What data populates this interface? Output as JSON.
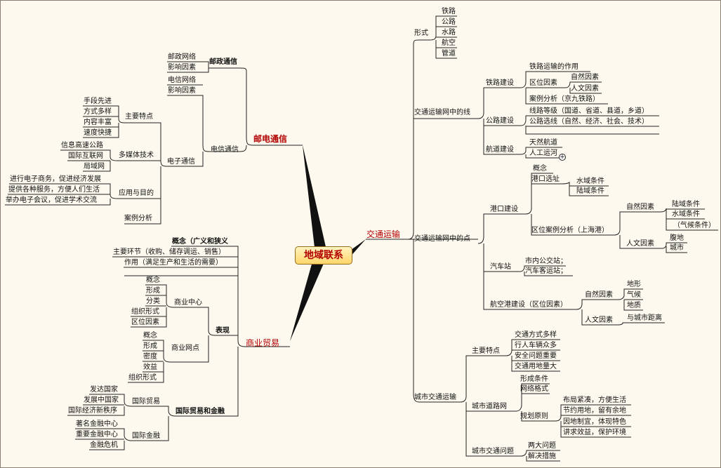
{
  "root": "地域联系",
  "branches": {
    "post": {
      "label": "邮电通信",
      "postal": {
        "label": "邮政通信",
        "items": [
          "邮政网络",
          "影响因素"
        ]
      },
      "telecom": {
        "label": "电信通信",
        "items": [
          "电信网络",
          "影响因素"
        ],
        "electronic": {
          "label": "电子通信",
          "features": {
            "label": "主要特点",
            "items": [
              "手段先进",
              "方式多样",
              "内容丰富",
              "速度快捷"
            ]
          },
          "multimedia": {
            "label": "多媒体技术",
            "items": [
              "信息高速公路",
              "国际互联网",
              "局域网"
            ]
          },
          "applications": {
            "label": "应用与目的",
            "items": [
              "进行电子商务，促进经济发展",
              "提供各种服务，方便人们生活",
              "举办电子会议，促进学术交流"
            ]
          },
          "case": "案例分析"
        }
      }
    },
    "trade": {
      "label": "商业贸易",
      "concept": "概念（广义和狭义",
      "links": "主要环节（收购、储存调运、销售）",
      "role": "作用（满足生产和生活的需要）",
      "performance": {
        "label": "表现",
        "center": {
          "label": "商业中心",
          "items": [
            "概念",
            "形成",
            "分类",
            "组织形式",
            "区位因素"
          ]
        },
        "outlet": {
          "label": "商业网点",
          "items": [
            "概念",
            "形成",
            "密度",
            "效益",
            "组织形式"
          ]
        }
      },
      "intl": {
        "label": "国际贸易和金融",
        "trade": {
          "label": "国际贸易",
          "items": [
            "发达国家",
            "发展中国家",
            "国际经济新秩序"
          ]
        },
        "finance": {
          "label": "国际金融",
          "items": [
            "著名金融中心",
            "重要金融中心",
            "金融危机"
          ]
        }
      }
    },
    "transport": {
      "label": "交通运输",
      "forms": {
        "label": "形式",
        "items": [
          "铁路",
          "公路",
          "水路",
          "航空",
          "管道"
        ]
      },
      "lines": {
        "label": "交通运输网中的线",
        "rail": {
          "label": "铁路建设",
          "role": "铁路运输的作用",
          "location": {
            "label": "区位因素",
            "items": [
              "自然因素",
              "人文因素"
            ]
          },
          "case": "案例分析（京九铁路）"
        },
        "road": {
          "label": "公路建设",
          "items": [
            "线路等级（国道、省道、县道，乡道）",
            "公路选线（自然、经济、社会、技术）"
          ]
        },
        "water": {
          "label": "航道建设",
          "items": [
            "天然航道",
            "人工运河"
          ]
        }
      },
      "points": {
        "label": "交通运输网中的点",
        "port": {
          "label": "港口建设",
          "concept": "概念",
          "site": {
            "label": "港口选址",
            "items": [
              "水域条件",
              "陆域条件"
            ]
          },
          "case": {
            "label": "区位案例分析（上海港）",
            "natural": {
              "label": "自然因素",
              "items": [
                "陆域条件",
                "水域条件",
                "（气候条件）"
              ]
            },
            "human": {
              "label": "人文因素",
              "items": [
                "腹地",
                "城市"
              ]
            }
          }
        },
        "bus": {
          "label": "汽车站",
          "items": [
            "市内公交站；",
            "汽车客运站；"
          ]
        },
        "airport": {
          "label": "航空港建设（区位因素）",
          "natural": {
            "label": "自然因素",
            "items": [
              "地形",
              "气候",
              "地质"
            ]
          },
          "human": {
            "label": "人文因素",
            "item": "与城市距离"
          }
        }
      },
      "urban": {
        "label": "城市交通运输",
        "features": {
          "label": "主要特点",
          "items": [
            "交通方式多样",
            "行人车辆众多",
            "安全问题重要",
            "交通用地量大"
          ]
        },
        "road_net": {
          "label": "城市道路网",
          "items": [
            "形成条件",
            "网络格式"
          ],
          "principles": {
            "label": "规划原则",
            "items": [
              "布局紧凑，方便生活",
              "节约用地，留有余地",
              "因地制宜，体现特色",
              "讲求效益，保护环境"
            ]
          }
        },
        "problems": {
          "label": "城市交通问题",
          "items": [
            "两大问题",
            "解决措施"
          ]
        }
      }
    }
  }
}
